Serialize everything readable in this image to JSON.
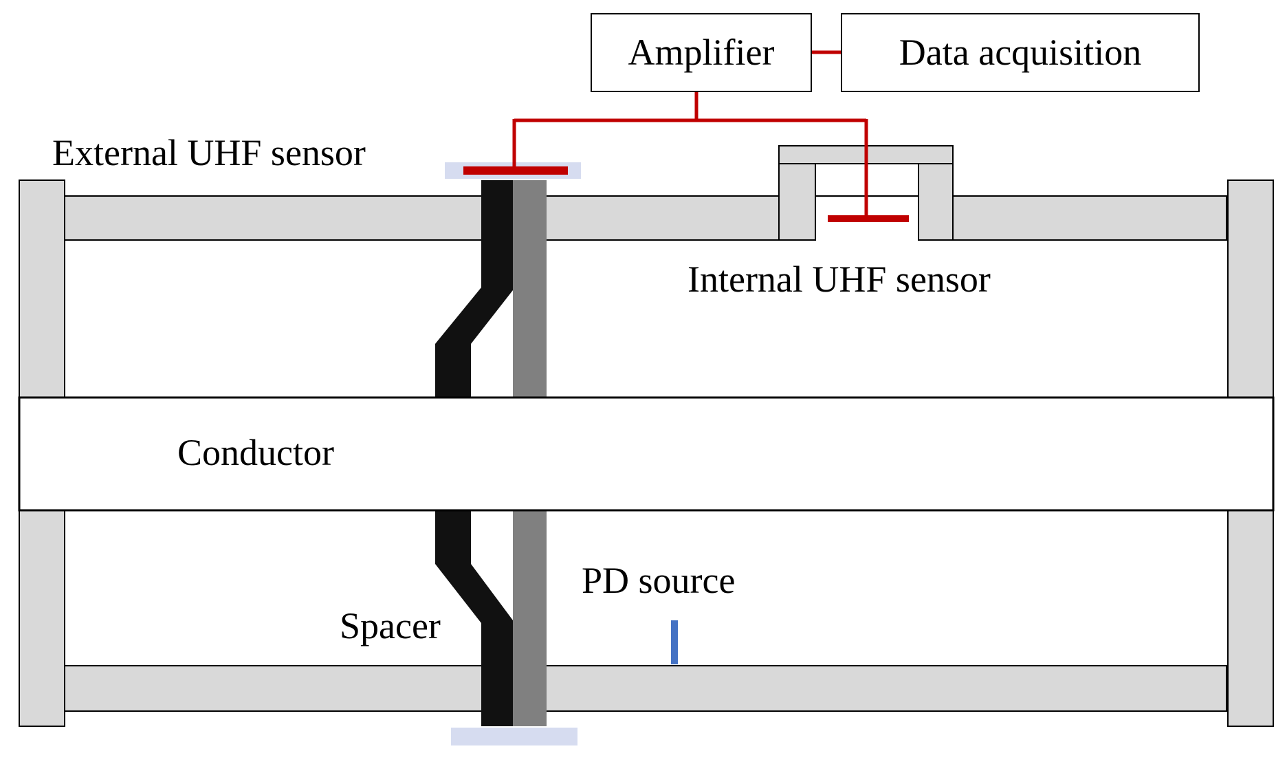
{
  "labels": {
    "amplifier": "Amplifier",
    "data_acquisition": "Data acquisition",
    "external_sensor": "External UHF sensor",
    "internal_sensor": "Internal UHF sensor",
    "conductor": "Conductor",
    "pd_source": "PD source",
    "spacer": "Spacer"
  },
  "colors": {
    "enclosure": "#d9d9d9",
    "enclosure_stroke": "#000000",
    "spacer_black": "#111111",
    "spacer_gray": "#808080",
    "signal_line": "#c00000",
    "sensor_pad": "#d6dcf0",
    "pd_source": "#4472c4",
    "conductor_fill": "#ffffff"
  }
}
